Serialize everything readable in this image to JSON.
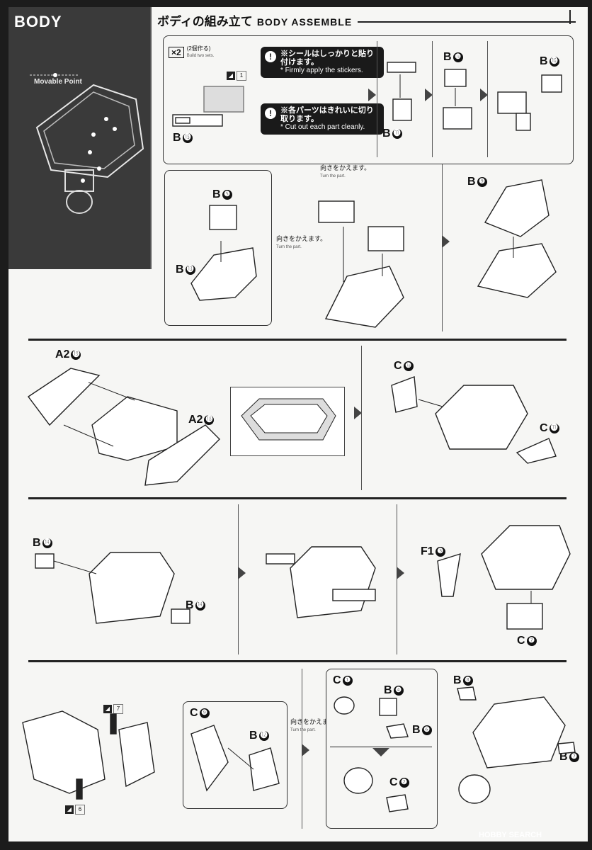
{
  "corner": {
    "title": "BODY",
    "movable_label": "Movable Point"
  },
  "header": {
    "title_jp": "ボディの組み立て",
    "title_en": "BODY ASSEMBLE"
  },
  "step1": {
    "build_count": "×2",
    "build_count_jp": "(2個作る)",
    "build_count_en": "Build two sets.",
    "note1_jp": "※シールはしっかりと貼り付けます。",
    "note1_en": "* Firmly apply the stickers.",
    "note2_jp": "※各パーツはきれいに切り取ります。",
    "note2_en": "* Cut out each part cleanly.",
    "sticker1": "1",
    "part_b15": "B",
    "part_b11": "B",
    "part_b10": "B",
    "part_b16": "B"
  },
  "step2": {
    "part_b5": "B",
    "part_b13": "B",
    "part_b9": "B",
    "turn1_jp": "向きをかえます。",
    "turn1_en": "Turn the part.",
    "turn2_jp": "向きをかえます。",
    "turn2_en": "Turn the part."
  },
  "step3": {
    "part_a2_19": "A2",
    "part_a2_18": "A2",
    "part_c10": "C",
    "part_c11": "C"
  },
  "step4": {
    "part_b14a": "B",
    "part_b14b": "B",
    "part_f1_3": "F1",
    "part_c7": "C"
  },
  "step5": {
    "sticker7": "7",
    "sticker6": "6",
    "part_c9": "C",
    "part_b12": "B",
    "turn_jp": "向きをかえます。",
    "turn_en": "Turn the part.",
    "part_c1": "C",
    "part_b4": "B",
    "part_b6": "B",
    "part_c2": "C",
    "part_b8": "B",
    "part_b7": "B"
  },
  "footer": {
    "watermark": "HOBBY SEARCH"
  },
  "numbers": {
    "b15": "⓯",
    "b11": "⓫",
    "b10": "❿",
    "b16": "⓰",
    "b5": "❺",
    "b13": "⓭",
    "b9": "❾",
    "a19": "⓳",
    "a18": "⓲",
    "c10": "❿",
    "c11": "⓫",
    "b14": "⓮",
    "f3": "❸",
    "c7": "❼",
    "c9": "❾",
    "b12": "⓬",
    "c1": "❶",
    "b4": "❹",
    "b6": "❻",
    "c2": "❷",
    "b8": "❽",
    "b7": "❼"
  }
}
